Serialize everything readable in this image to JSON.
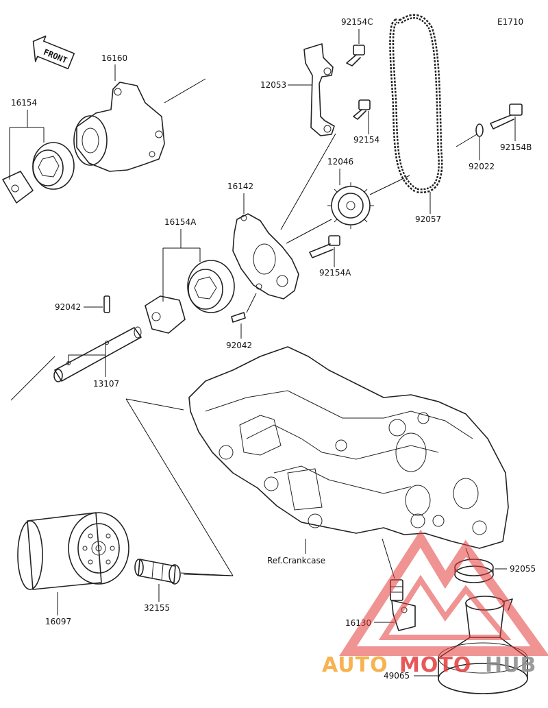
{
  "diagram_code": "E1710",
  "front_label": "FRONT",
  "crankcase_ref": "Ref.Crankcase",
  "parts": {
    "p16160": "16160",
    "p16154": "16154",
    "p12053": "12053",
    "p92154C": "92154C",
    "p92154": "92154",
    "p12046": "12046",
    "p16142": "16142",
    "p16154A": "16154A",
    "p92154A": "92154A",
    "p92042a": "92042",
    "p92042b": "92042",
    "p13107": "13107",
    "p92057": "92057",
    "p92022": "92022",
    "p92154B": "92154B",
    "p92055": "92055",
    "p16130": "16130",
    "p49065": "49065",
    "p16097": "16097",
    "p32155": "32155"
  },
  "watermark": {
    "part1": "AUTO",
    "part2": "MOTO",
    "part3": "HUB",
    "colors": {
      "orange": "#f7a531",
      "red": "#e43b3b",
      "gray": "#8a8a8a"
    }
  }
}
